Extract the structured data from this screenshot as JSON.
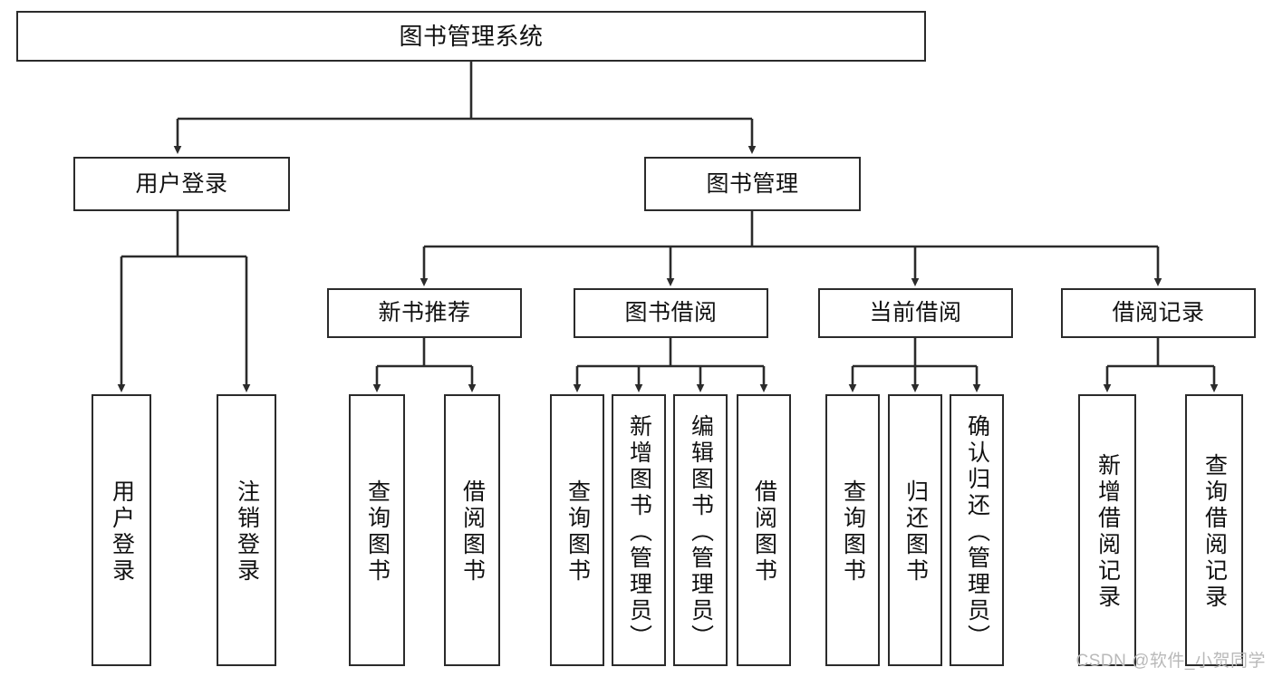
{
  "diagram": {
    "title": "图书管理系统",
    "watermark": "CSDN @软件_小贺同学",
    "stroke_color": "#2b2b2b",
    "text_color": "#111111",
    "background": "#ffffff",
    "root": {
      "label": "图书管理系统"
    },
    "level2": [
      {
        "label": "用户登录"
      },
      {
        "label": "图书管理"
      }
    ],
    "level3": [
      {
        "label": "新书推荐"
      },
      {
        "label": "图书借阅"
      },
      {
        "label": "当前借阅"
      },
      {
        "label": "借阅记录"
      }
    ],
    "leaves": [
      {
        "label": "用户登录"
      },
      {
        "label": "注销登录"
      },
      {
        "label": "查询图书"
      },
      {
        "label": "借阅图书"
      },
      {
        "label": "查询图书"
      },
      {
        "label": "新增图书（管理员）"
      },
      {
        "label": "编辑图书（管理员）"
      },
      {
        "label": "借阅图书"
      },
      {
        "label": "查询图书"
      },
      {
        "label": "归还图书"
      },
      {
        "label": "确认归还（管理员）"
      },
      {
        "label": "新增借阅记录"
      },
      {
        "label": "查询借阅记录"
      }
    ]
  }
}
